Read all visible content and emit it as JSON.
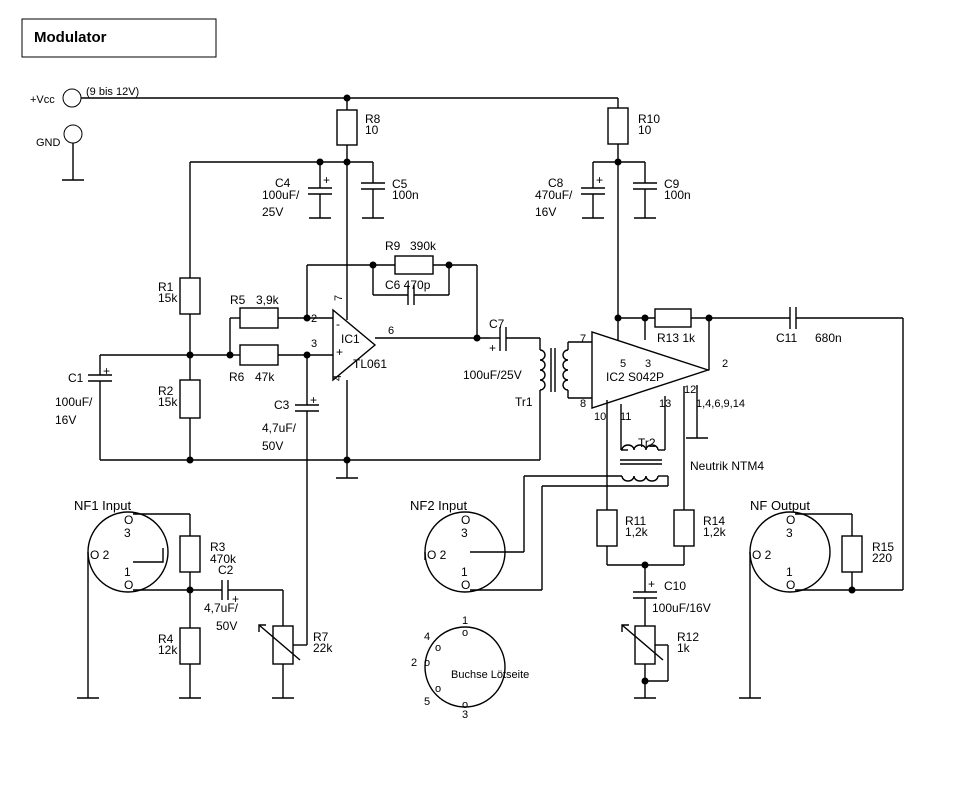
{
  "title": "Modulator",
  "supply": {
    "vcc": "+Vcc",
    "vcc_range": "(9 bis 12V)",
    "gnd": "GND"
  },
  "components": {
    "r1": {
      "name": "R1",
      "value": "15k"
    },
    "r2": {
      "name": "R2",
      "value": "15k"
    },
    "r3": {
      "name": "R3",
      "value": "470k"
    },
    "r4": {
      "name": "R4",
      "value": "12k"
    },
    "r5": {
      "name": "R5",
      "value": "3,9k"
    },
    "r6": {
      "name": "R6",
      "value": "47k"
    },
    "r7": {
      "name": "R7",
      "value": "22k"
    },
    "r8": {
      "name": "R8",
      "value": "10"
    },
    "r9": {
      "name": "R9",
      "value": "390k"
    },
    "r10": {
      "name": "R10",
      "value": "10"
    },
    "r11": {
      "name": "R11",
      "value": "1,2k"
    },
    "r12": {
      "name": "R12",
      "value": "1k"
    },
    "r13": {
      "label": "R13 1k"
    },
    "r14": {
      "name": "R14",
      "value": "1,2k"
    },
    "r15": {
      "name": "R15",
      "value": "220"
    },
    "c1": {
      "name": "C1",
      "value1": "100uF/",
      "value2": "16V"
    },
    "c2": {
      "name": "C2",
      "value1": "4,7uF/",
      "value2": "50V"
    },
    "c3": {
      "name": "C3",
      "value1": "4,7uF/",
      "value2": "50V"
    },
    "c4": {
      "name": "C4",
      "value1": "100uF/",
      "value2": "25V"
    },
    "c5": {
      "name": "C5",
      "value": "100n"
    },
    "c6": {
      "label": "C6 470p"
    },
    "c7": {
      "name": "C7",
      "value": "100uF/25V"
    },
    "c8": {
      "name": "C8",
      "value1": "470uF/",
      "value2": "16V"
    },
    "c9": {
      "name": "C9",
      "value": "100n"
    },
    "c10": {
      "name": "C10",
      "value": "100uF/16V"
    },
    "c11": {
      "name": "C11",
      "value": "680n"
    },
    "ic1": {
      "name": "IC1",
      "type": "TL061",
      "pin2": "2",
      "pin3": "3",
      "pin4": "4",
      "pin6": "6",
      "pin7": "7",
      "minus": "-",
      "plus": "+"
    },
    "ic2": {
      "label": "IC2 S042P",
      "pin2": "2",
      "pin3": "3",
      "pin5": "5",
      "pin7": "7",
      "pin8": "8",
      "pin10": "10",
      "pin11": "11",
      "pin12": "12",
      "pin13": "13",
      "gnd_pins": "1,4,6,9,14"
    },
    "tr1": {
      "name": "Tr1"
    },
    "tr2": {
      "name": "Tr2",
      "part": "Neutrik NTM4"
    },
    "polarity": "+"
  },
  "connectors": {
    "nf1": {
      "label": "NF1 Input",
      "pin_o": "O",
      "pin3": "3",
      "pin2": "O 2",
      "pin1": "1",
      "pin1_o": "O"
    },
    "nf2": {
      "label": "NF2 Input",
      "pin_o": "O",
      "pin3": "3",
      "pin2": "O 2",
      "pin1": "1",
      "pin1_o": "O"
    },
    "nfout": {
      "label": "NF Output",
      "pin_o": "O",
      "pin3": "3",
      "pin2": "O 2",
      "pin1": "1",
      "pin1_o": "O"
    },
    "socket": {
      "label": "Buchse Lötseite",
      "n1": "1",
      "n2": "2",
      "n3": "3",
      "n4": "4",
      "n5": "5",
      "o": "o"
    }
  }
}
